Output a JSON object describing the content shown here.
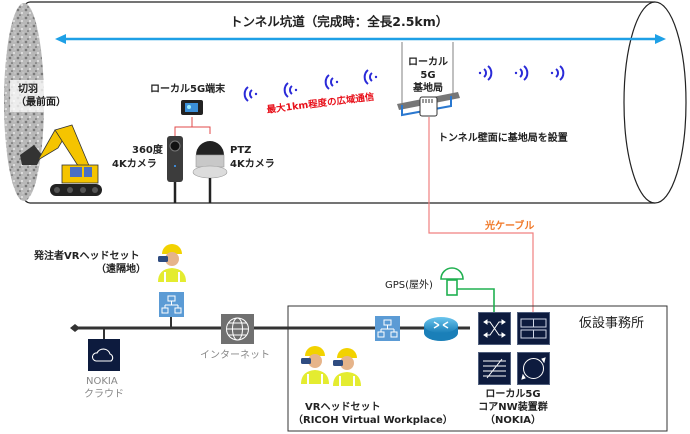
{
  "tunnel": {
    "title": "トンネル坑道（完成時：全長2.5km）",
    "face_label_line1": "切羽",
    "face_label_line2": "（最前面）",
    "terminal_label": "ローカル5G端末",
    "camera360_line1": "360度",
    "camera360_line2": "4Kカメラ",
    "ptz_line1": "PTZ",
    "ptz_line2": "4Kカメラ",
    "coverage_label": "最大1km程度の広域通信",
    "base_station_line1": "ローカル",
    "base_station_line2": "5G",
    "base_station_line3": "基地局",
    "wall_mount_label": "トンネル壁面に基地局を設置"
  },
  "network": {
    "fiber_label": "光ケーブル",
    "gps_label": "GPS(屋外)",
    "client_vr_line1": "発注者VRヘッドセット",
    "client_vr_line2": "（遠隔地）",
    "internet_label": "インターネット",
    "nokia_cloud_line1": "NOKIA",
    "nokia_cloud_line2": "クラウド",
    "office_label": "仮設事務所",
    "vr_headset_line1": "VRヘッドセット",
    "vr_headset_line2": "（RICOH Virtual Workplace）",
    "core_line1": "ローカル5G",
    "core_line2": "コアNW装置群",
    "core_line3": "（NOKIA）"
  },
  "colors": {
    "arrow": "#1ea0e6",
    "signal": "#2a2ad8",
    "fiber": "#f08080",
    "fiber_label": "#f07828",
    "gps": "#20b050",
    "coverage_text": "#e8101a",
    "nokia_dark": "#0d1b3e",
    "switch_blue": "#5b9bd5"
  }
}
